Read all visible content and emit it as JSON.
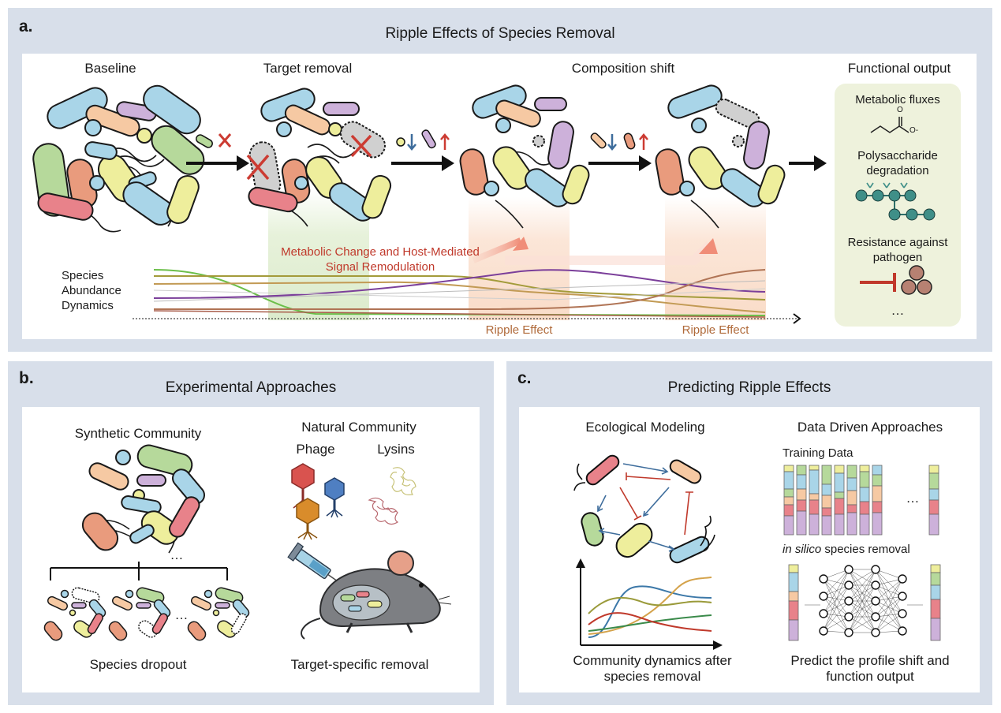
{
  "panels": {
    "a": {
      "label": "a.",
      "title": "Ripple Effects of Species Removal",
      "stages": [
        "Baseline",
        "Target removal",
        "Composition shift"
      ],
      "functional": {
        "title": "Functional output",
        "items": [
          "Metabolic fluxes",
          "Polysaccharide degradation",
          "Resistance against pathogen"
        ],
        "ellipsis": "…",
        "carboxylate": "O",
        "carboxylate_charge": "O-"
      },
      "signal_label": "Metabolic Change and Host-Mediated Signal Remodulation",
      "dynamics_label": "Species Abundance Dynamics",
      "ripple_labels": [
        "Ripple Effect",
        "Ripple Effect"
      ]
    },
    "b": {
      "label": "b.",
      "title": "Experimental Approaches",
      "synthetic": "Synthetic Community",
      "natural": "Natural Community",
      "phage": "Phage",
      "lysins": "Lysins",
      "dropout": "Species dropout",
      "target_removal": "Target-specific removal",
      "ellipsis": "…"
    },
    "c": {
      "label": "c.",
      "title": "Predicting Ripple Effects",
      "eco": "Ecological Modeling",
      "data_driven": "Data Driven Approaches",
      "training": "Training Data",
      "insilico_em": "in silico",
      "insilico_rest": " species removal",
      "community_dyn": "Community dynamics after species removal",
      "predict": "Predict the profile shift and function output",
      "ellipsis": "…"
    }
  },
  "colors": {
    "panel_bg": "#d8dfea",
    "blue": "#a9d5e8",
    "green": "#b6d99b",
    "peach": "#f6c9a3",
    "pink": "#e8828a",
    "salmon": "#e99b7d",
    "yellow": "#eeee9c",
    "lilac": "#cdb1da",
    "teal": "#3f8f88",
    "red_x": "#cc3b32",
    "arrow_blue": "#3e6d9c"
  }
}
